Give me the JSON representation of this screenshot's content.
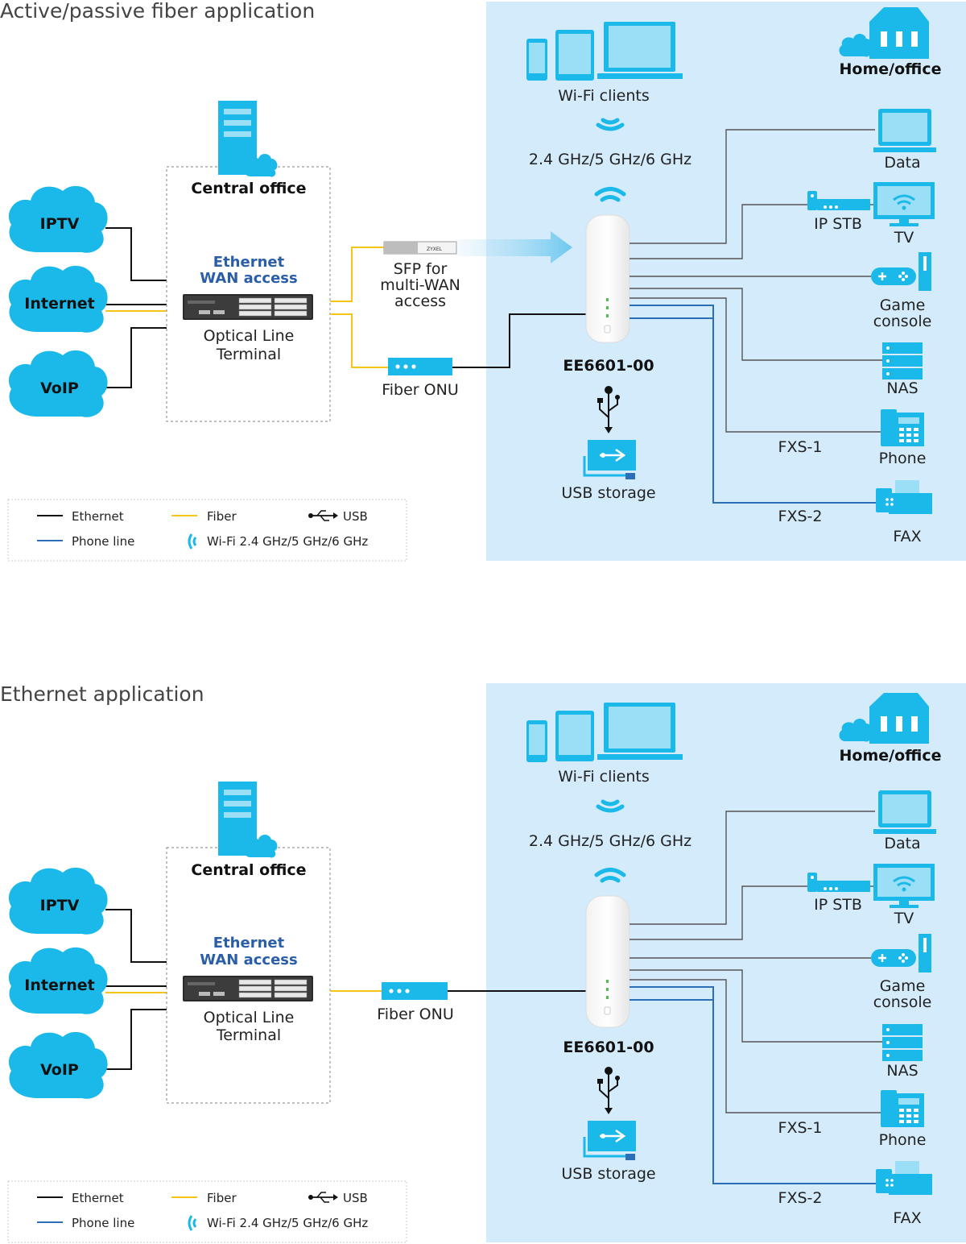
{
  "sections": [
    {
      "title": "Active/passive fiber application",
      "clouds": [
        "IPTV",
        "Internet",
        "VoIP"
      ],
      "central_office": "Central office",
      "wan_line1": "Ethernet",
      "wan_line2": "WAN access",
      "olt_line1": "Optical Line",
      "olt_line2": "Terminal",
      "sfp_line1": "SFP for",
      "sfp_line2": "multi-WAN",
      "sfp_line3": "access",
      "sfp_brand": "ZYXEL",
      "onu": "Fiber ONU",
      "wifi_clients": "Wi-Fi clients",
      "bands": "2.4 GHz/5 GHz/6 GHz",
      "device": "EE6601-00",
      "usb_storage": "USB storage",
      "home_office": "Home/office",
      "data": "Data",
      "ip_stb": "IP STB",
      "tv": "TV",
      "game_line1": "Game",
      "game_line2": "console",
      "nas": "NAS",
      "fxs1": "FXS-1",
      "phone": "Phone",
      "fxs2": "FXS-2",
      "fax": "FAX"
    },
    {
      "title": "Ethernet application",
      "clouds": [
        "IPTV",
        "Internet",
        "VoIP"
      ],
      "central_office": "Central office",
      "wan_line1": "Ethernet",
      "wan_line2": "WAN access",
      "olt_line1": "Optical Line",
      "olt_line2": "Terminal",
      "onu": "Fiber ONU",
      "wifi_clients": "Wi-Fi clients",
      "bands": "2.4 GHz/5 GHz/6 GHz",
      "device": "EE6601-00",
      "usb_storage": "USB storage",
      "home_office": "Home/office",
      "data": "Data",
      "ip_stb": "IP STB",
      "tv": "TV",
      "game_line1": "Game",
      "game_line2": "console",
      "nas": "NAS",
      "fxs1": "FXS-1",
      "phone": "Phone",
      "fxs2": "FXS-2",
      "fax": "FAX"
    }
  ],
  "legend": {
    "ethernet": "Ethernet",
    "fiber": "Fiber",
    "usb": "USB",
    "phone_line": "Phone line",
    "wifi": "Wi-Fi 2.4 GHz/5 GHz/6 GHz"
  },
  "colors": {
    "ethernet": "#111111",
    "fiber": "#f5c518",
    "phone_line": "#2a6fb8",
    "icon": "#1ab9ea",
    "home_panel": "#d3ebfa"
  }
}
